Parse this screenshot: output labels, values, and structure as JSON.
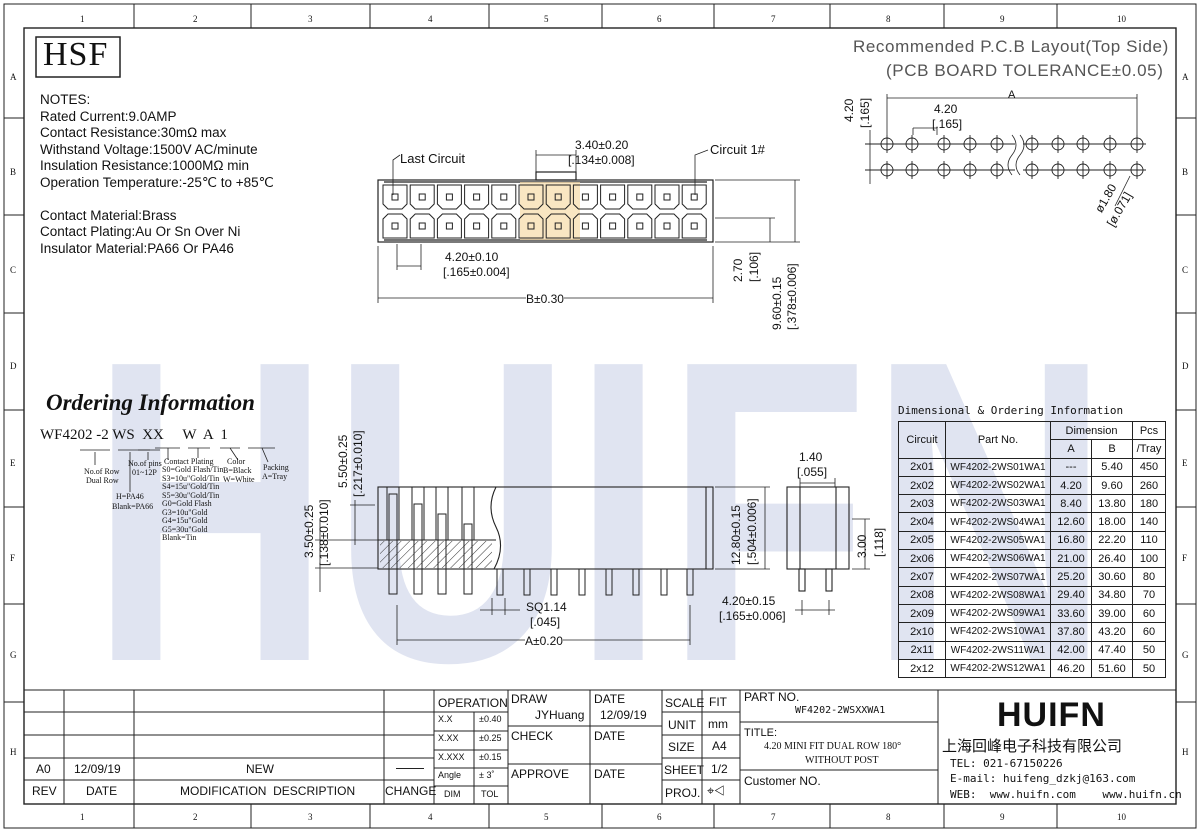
{
  "border": {
    "col_labels": [
      "1",
      "2",
      "3",
      "4",
      "5",
      "6",
      "7",
      "8",
      "9",
      "10"
    ],
    "row_labels": [
      "A",
      "B",
      "C",
      "D",
      "E",
      "F",
      "G",
      "H"
    ]
  },
  "logo": {
    "text": "HSF"
  },
  "watermark": {
    "text": "HUIFN"
  },
  "notes": {
    "title": "NOTES:",
    "lines": [
      "Rated Current:9.0AMP",
      "Contact Resistance:30mΩ max",
      "Withstand Voltage:1500V AC/minute",
      "Insulation Resistance:1000MΩ min",
      "Operation Temperature:-25℃ to +85℃",
      "",
      "Contact Material:Brass",
      "Contact Plating:Au Or Sn Over Ni",
      "Insulator Material:PA66 Or PA46"
    ]
  },
  "pcb": {
    "title1": "Recommended P.C.B Layout(Top Side)",
    "title2": "(PCB BOARD TOLERANCE±0.05)",
    "dim_a": "A",
    "dim_pitch": "4.20",
    "dim_pitch_in": "[.165]",
    "dim_row": "4.20",
    "dim_row_in": "[.165]",
    "dim_hole": "ø1.80",
    "dim_hole_in": "[ø.071]"
  },
  "front": {
    "last_circuit": "Last Circuit",
    "circuit1": "Circuit 1#",
    "dim_top": "3.40±0.20",
    "dim_top_in": "[.134±0.008]",
    "dim_pitch": "4.20±0.10",
    "dim_pitch_in": "[.165±0.004]",
    "dim_b": "B±0.30",
    "dim_270": "2.70",
    "dim_270_in": "[.106]",
    "dim_960": "9.60±0.15",
    "dim_960_in": "[.378±0.006]"
  },
  "ordering": {
    "title": "Ordering Information",
    "code": "WF4202 -2 WS  XX     W  A  1",
    "rows_label": "No.of Row",
    "rows_val": "Dual Row",
    "h_label": "H=PA46",
    "blank_label": "Blank=PA66",
    "pins_label": "No.of pins",
    "pins_val": "01~12P",
    "plating_title": "Contact Plating",
    "plating": [
      "S0=Gold Flash/Tin",
      "S3=10u\"Gold/Tin",
      "S4=15u\"Gold/Tin",
      "S5=30u\"Gold/Tin",
      "G0=Gold Flash",
      "G3=10u\"Gold",
      "G4=15u\"Gold",
      "G5=30u\"Gold",
      "Blank=Tin"
    ],
    "color_title": "Color",
    "color": [
      "B=Black",
      "W=White"
    ],
    "packing_title": "Packing",
    "packing": [
      "A=Tray"
    ]
  },
  "side": {
    "dim_550": "5.50±0.25",
    "dim_550_in": "[.217±0.010]",
    "dim_350": "3.50±0.25",
    "dim_350_in": "[.138±0.010]",
    "dim_sq": "SQ1.14",
    "dim_sq_in": "[.045]",
    "dim_a": "A±0.20",
    "dim_1280": "12.80±0.15",
    "dim_1280_in": "[.504±0.006]",
    "dim_140": "1.40",
    "dim_140_in": "[.055]",
    "dim_300": "3.00",
    "dim_300_in": "[.118]",
    "dim_420": "4.20±0.15",
    "dim_420_in": "[.165±0.006]"
  },
  "table": {
    "title": "Dimensional & Ordering Information",
    "h_circuit": "Circuit",
    "h_part": "Part No.",
    "h_dimension": "Dimension",
    "h_a": "A",
    "h_b": "B",
    "h_pcs": "Pcs",
    "h_tray": "/Tray",
    "rows": [
      [
        "2x01",
        "WF4202-2WS01WA1",
        "---",
        "5.40",
        "450"
      ],
      [
        "2x02",
        "WF4202-2WS02WA1",
        "4.20",
        "9.60",
        "260"
      ],
      [
        "2x03",
        "WF4202-2WS03WA1",
        "8.40",
        "13.80",
        "180"
      ],
      [
        "2x04",
        "WF4202-2WS04WA1",
        "12.60",
        "18.00",
        "140"
      ],
      [
        "2x05",
        "WF4202-2WS05WA1",
        "16.80",
        "22.20",
        "110"
      ],
      [
        "2x06",
        "WF4202-2WS06WA1",
        "21.00",
        "26.40",
        "100"
      ],
      [
        "2x07",
        "WF4202-2WS07WA1",
        "25.20",
        "30.60",
        "80"
      ],
      [
        "2x08",
        "WF4202-2WS08WA1",
        "29.40",
        "34.80",
        "70"
      ],
      [
        "2x09",
        "WF4202-2WS09WA1",
        "33.60",
        "39.00",
        "60"
      ],
      [
        "2x10",
        "WF4202-2WS10WA1",
        "37.80",
        "43.20",
        "60"
      ],
      [
        "2x11",
        "WF4202-2WS11WA1",
        "42.00",
        "47.40",
        "50"
      ],
      [
        "2x12",
        "WF4202-2WS12WA1",
        "46.20",
        "51.60",
        "50"
      ]
    ]
  },
  "titleblock": {
    "rev_a0": "A0",
    "rev_date": "12/09/19",
    "rev_desc": "NEW",
    "h_rev": "REV",
    "h_date": "DATE",
    "h_mod": "MODIFICATION  DESCRIPTION",
    "h_change": "CHANGE",
    "operation": "OPERATION",
    "tol": [
      [
        "X.X",
        "±0.40"
      ],
      [
        "X.XX",
        "±0.25"
      ],
      [
        "X.XXX",
        "±0.15"
      ],
      [
        "Angle",
        "± 3˚"
      ]
    ],
    "h_dim": "DIM",
    "h_tol": "TOL",
    "draw": "DRAW",
    "drawer": "JYHuang",
    "check": "CHECK",
    "approve": "APPROVE",
    "date_label": "DATE",
    "draw_date": "12/09/19",
    "scale": "SCALE",
    "scale_val": "FIT",
    "unit": "UNIT",
    "unit_val": "mm",
    "size": "SIZE",
    "size_val": "A4",
    "sheet": "SHEET",
    "sheet_val": "1/2",
    "proj": "PROJ.",
    "proj_sym": "⌖◁",
    "part_label": "PART NO.",
    "part_val": "WF4202-2WSXXWA1",
    "title_label": "TITLE:",
    "title_val1": "4.20 MINI FIT DUAL ROW 180°",
    "title_val2": "WITHOUT POST",
    "customer": "Customer NO.",
    "company_logo": "HUIFN",
    "company_cn": "上海回峰电子科技有限公司",
    "tel": "TEL: 021-67150226",
    "email": "E-mail: huifeng_dzkj@163.com",
    "web": "WEB:  www.huifn.com    www.huifn.cn"
  },
  "colors": {
    "line": "#222222",
    "watermark": "#c8cfe6",
    "highlight": "#f6dca8"
  }
}
